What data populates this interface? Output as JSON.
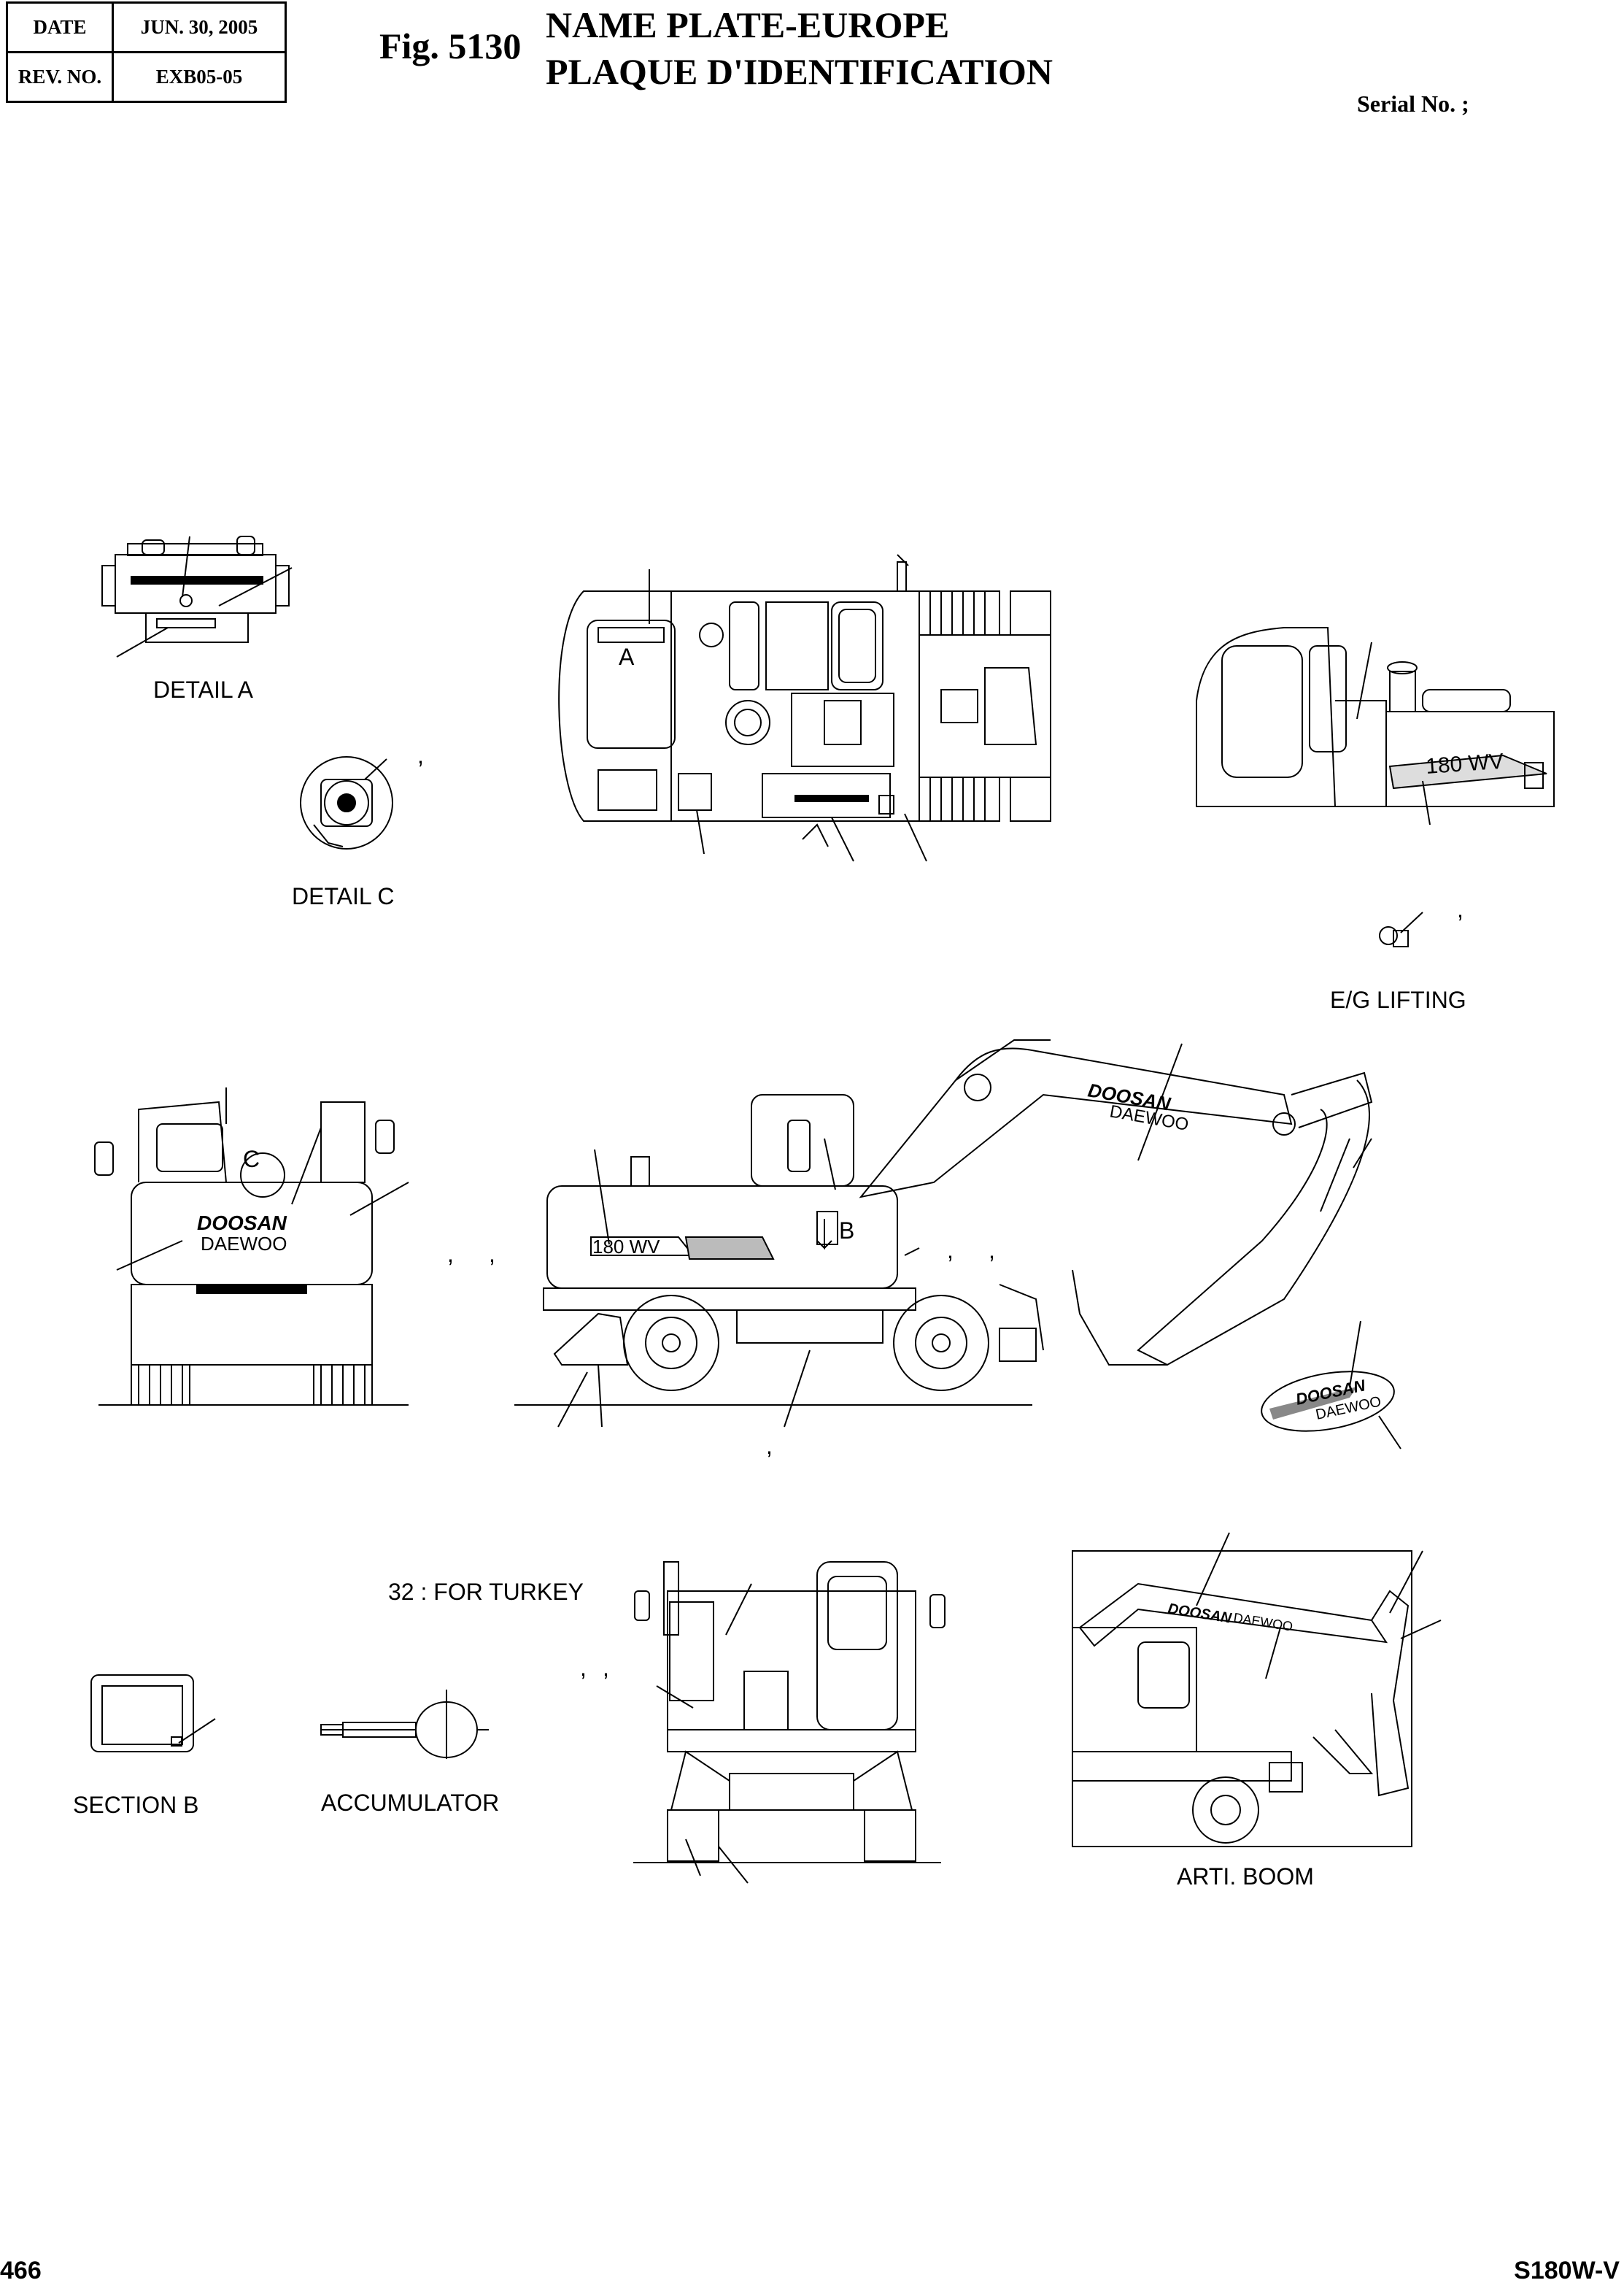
{
  "header": {
    "date_label": "DATE",
    "date_value": "JUN. 30, 2005",
    "rev_label": "REV. NO.",
    "rev_value": "EXB05-05"
  },
  "figure": {
    "number": "Fig. 5130",
    "title_en": "NAME PLATE-EUROPE",
    "title_fr": "PLAQUE D'IDENTIFICATION",
    "serial": "Serial No. ;"
  },
  "labels": {
    "detail_a": "DETAIL  A",
    "detail_c": "DETAIL  C",
    "eg_lifting": "E/G LIFTING",
    "section_b": "SECTION  B",
    "accumulator": "ACCUMULATOR",
    "arti_boom": "ARTI. BOOM",
    "for_turkey": "32 : FOR TURKEY",
    "marker_a": "A",
    "marker_b": "B",
    "marker_c": "C",
    "model_badge": "180 WV",
    "brand_top": "DOOSAN",
    "brand_bottom": "DAEWOO",
    "comma": ","
  },
  "footer": {
    "page_number": "466",
    "model": "S180W-V"
  }
}
